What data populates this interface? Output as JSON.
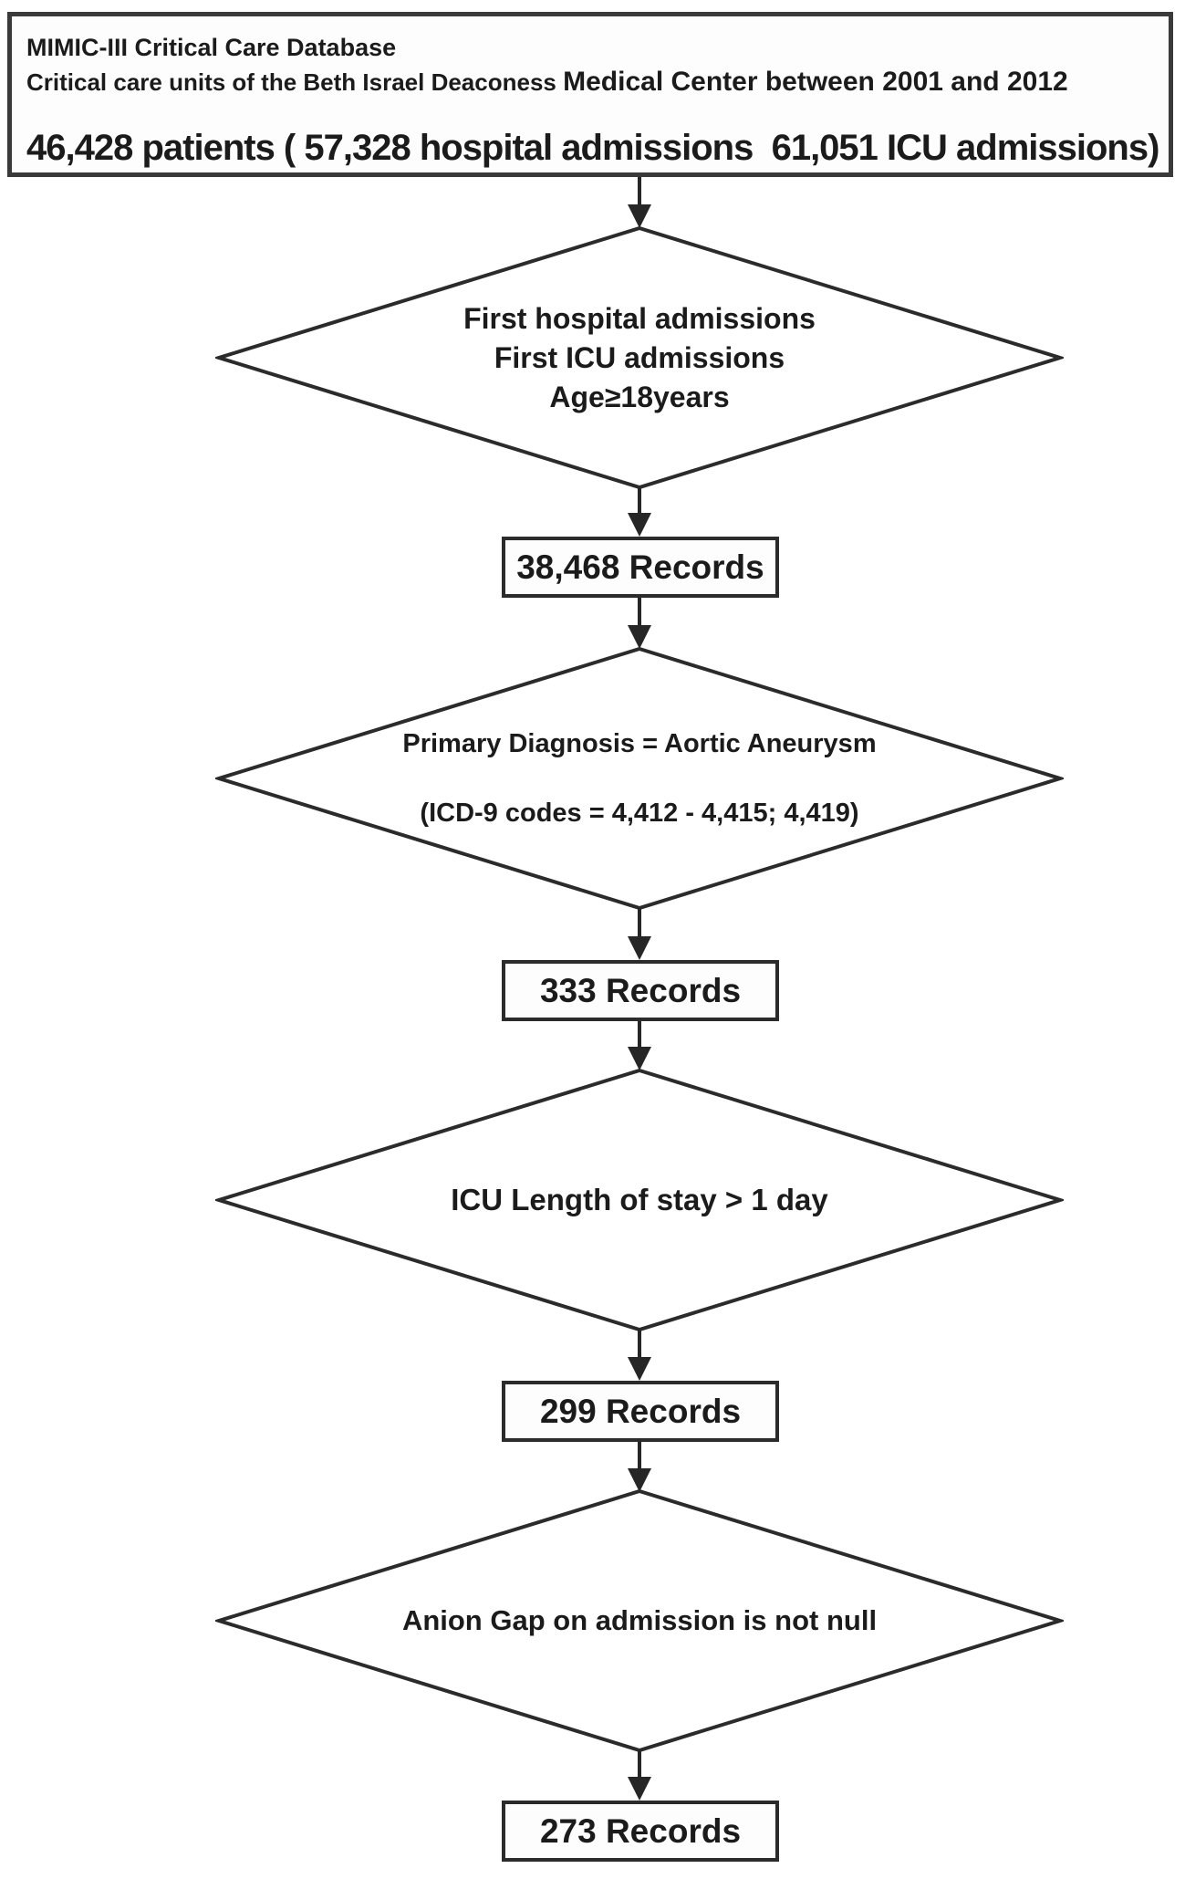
{
  "source_box": {
    "line1": "MIMIC-III Critical Care Database",
    "line2_part1": "Critical care units of the Beth Israel Deaconess ",
    "line2_part2": "Medical Center between 2001 and 2012",
    "line3": "46,428 patients ( 57,328 hospital admissions  61,051 ICU admissions)"
  },
  "decisions": [
    {
      "lines": [
        "First hospital admissions",
        "First ICU admissions",
        "Age≥18years"
      ]
    },
    {
      "lines": [
        "Primary Diagnosis = Aortic Aneurysm",
        "(ICD-9 codes = 4,412 - 4,415; 4,419)"
      ]
    },
    {
      "lines": [
        "ICU Length of stay > 1 day"
      ]
    },
    {
      "lines": [
        "Anion Gap on admission is not null"
      ]
    }
  ],
  "results": [
    {
      "label": "38,468 Records"
    },
    {
      "label": "333 Records"
    },
    {
      "label": "299 Records"
    },
    {
      "label": "273 Records"
    }
  ],
  "colors": {
    "line": "#2b2b2b",
    "background": "#ffffff",
    "text": "#1b1b1b"
  }
}
